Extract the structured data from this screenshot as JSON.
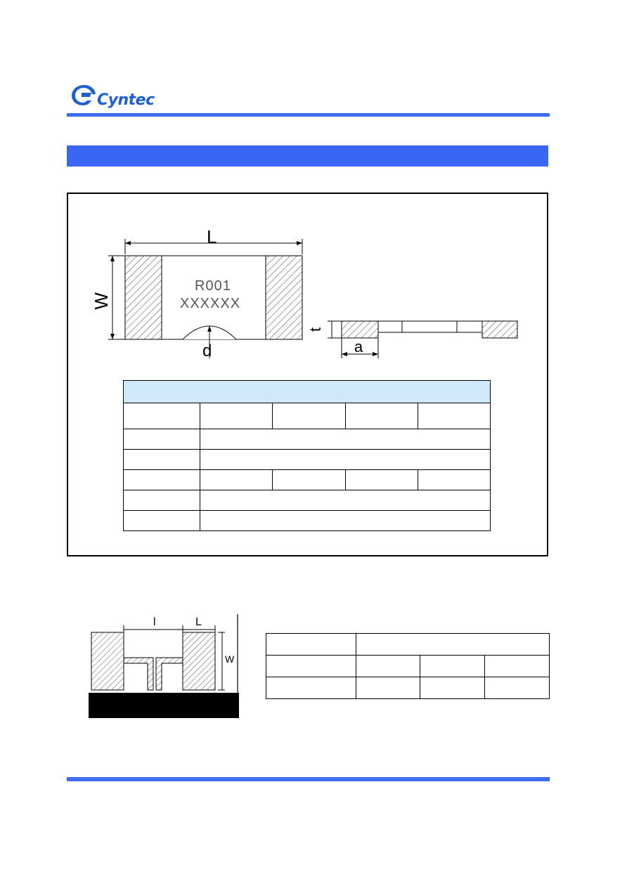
{
  "header": {
    "brand_name": "Cyntec",
    "brand_color": "#1f5fd1",
    "accent_color": "#3a66f5"
  },
  "drawing": {
    "label_L": "L",
    "label_W": "W",
    "label_d": "d",
    "label_t": "t",
    "label_a": "a",
    "marking_line1": "R001",
    "marking_line2": "XXXXXX"
  },
  "dimension_table": {
    "header_color": "#cfe9fb",
    "rows": 7
  },
  "pad_layout": {
    "label_l": "l",
    "label_L": "L",
    "label_W": "W"
  }
}
